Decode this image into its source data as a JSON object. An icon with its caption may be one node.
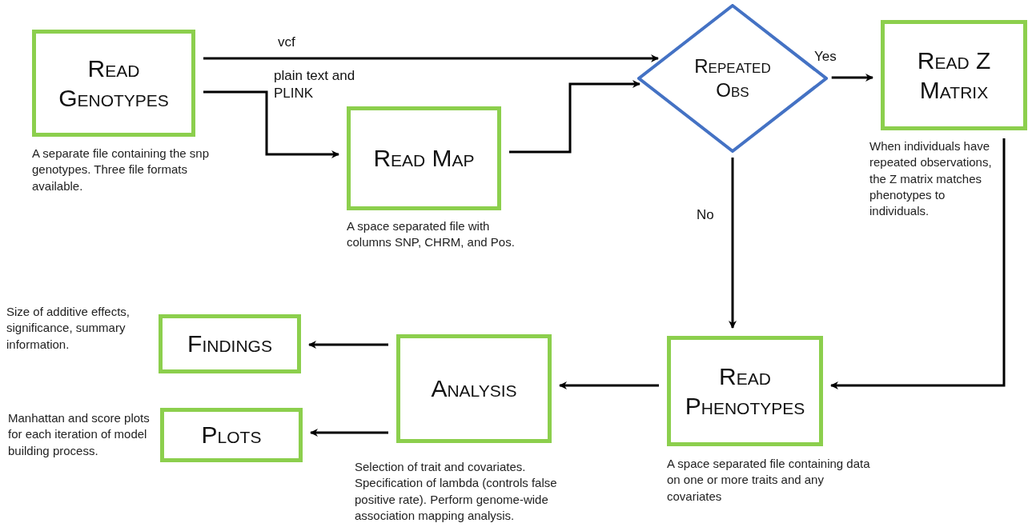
{
  "diagram": {
    "nodes": [
      {
        "text": [
          "Read Genotypes"
        ],
        "beside": [
          "A separate file containing the snp genotypes. Three file formats available."
        ]
      },
      {
        "text": [
          "Read Map"
        ],
        "beside": [
          "A space separated file with columns SNP, CHRM, and Pos."
        ]
      },
      {
        "text": [
          "Repeated Obs"
        ]
      },
      {
        "text": [
          "Read Z Matrix"
        ],
        "beside": [
          "When individuals have repeated observations, the Z matrix matches phenotypes to individuals."
        ]
      },
      {
        "text": [
          "Findings"
        ],
        "beside": [
          "Size of additive effects, significance, summary information."
        ]
      },
      {
        "text": [
          "Analysis"
        ],
        "beside": [
          "Selection of trait and covariates. Specification of lambda (controls false positive rate). Perform genome-wide association mapping analysis."
        ]
      },
      {
        "text": [
          "Read Phenotypes"
        ],
        "beside": [
          "A space separated file containing data on one or more traits and any covariates"
        ]
      },
      {
        "text": [
          "Plots"
        ],
        "beside": [
          "Manhattan and score plots for each iteration of model building process."
        ]
      }
    ],
    "edges": [
      {
        "from": 0,
        "to": 2,
        "arrow": "to",
        "label": "vcf"
      },
      {
        "from": 0,
        "to": 1,
        "arrow": "to",
        "label": "plain text and PLINK"
      },
      {
        "from": 1,
        "to": 2,
        "arrow": "to"
      },
      {
        "from": 2,
        "to": 3,
        "arrow": "to",
        "label": "Yes"
      },
      {
        "from": 2,
        "to": 6,
        "arrow": "to",
        "label": "No"
      },
      {
        "from": 3,
        "to": 6,
        "arrow": "to"
      },
      {
        "from": 6,
        "to": 5,
        "arrow": "to"
      },
      {
        "from": 5,
        "to": 4,
        "arrow": "to"
      },
      {
        "from": 5,
        "to": 7,
        "arrow": "to"
      }
    ]
  }
}
